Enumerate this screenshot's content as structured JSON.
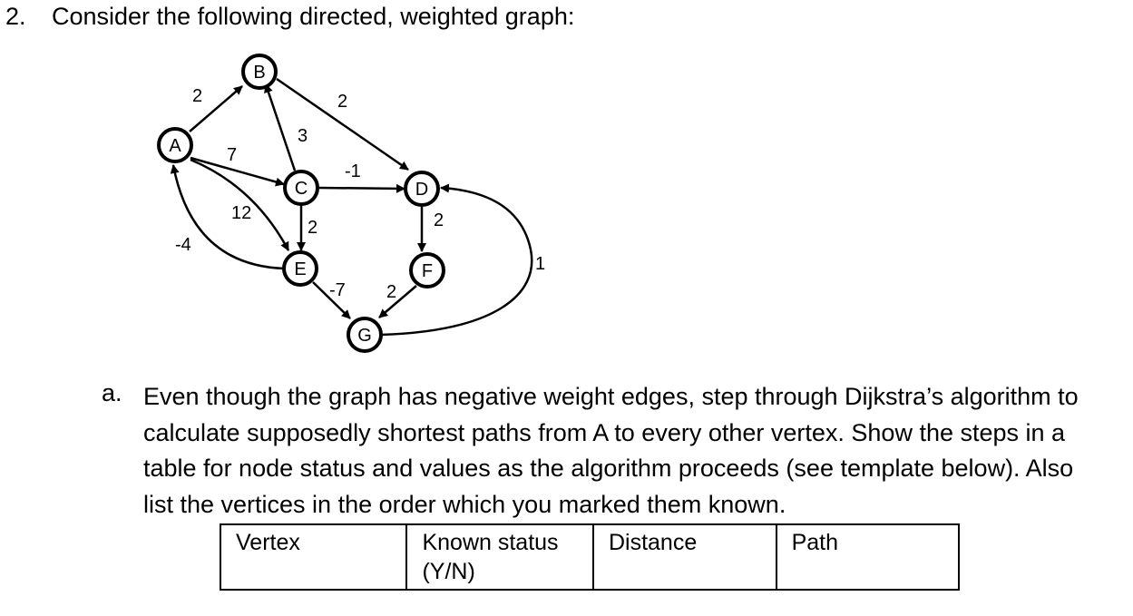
{
  "question": {
    "number": "2.",
    "text": "Consider the following directed, weighted graph:"
  },
  "graph": {
    "nodes": {
      "A": "A",
      "B": "B",
      "C": "C",
      "D": "D",
      "E": "E",
      "F": "F",
      "G": "G"
    },
    "edges": [
      {
        "from": "A",
        "to": "B",
        "weight": "2"
      },
      {
        "from": "A",
        "to": "C",
        "weight": "7"
      },
      {
        "from": "A",
        "to": "E",
        "weight": "12"
      },
      {
        "from": "E",
        "to": "A",
        "weight": "-4"
      },
      {
        "from": "B",
        "to": "D",
        "weight": "2"
      },
      {
        "from": "C",
        "to": "B",
        "weight": "3"
      },
      {
        "from": "C",
        "to": "D",
        "weight": "-1"
      },
      {
        "from": "C",
        "to": "E",
        "weight": "2"
      },
      {
        "from": "D",
        "to": "F",
        "weight": "2"
      },
      {
        "from": "E",
        "to": "G",
        "weight": "-7"
      },
      {
        "from": "F",
        "to": "G",
        "weight": "2"
      },
      {
        "from": "G",
        "to": "D",
        "weight": "1"
      }
    ]
  },
  "part_a": {
    "letter": "a.",
    "lines": [
      "Even though the graph has negative weight edges, step through Dijkstra’s algorithm to",
      "calculate supposedly shortest paths from A to every other vertex. Show the steps in a",
      "table for node status and values as the algorithm proceeds (see template below). Also",
      "list the vertices in the order which you marked them known."
    ]
  },
  "table": {
    "headers": [
      "Vertex",
      "Known status (Y/N)",
      "Distance",
      "Path"
    ]
  }
}
